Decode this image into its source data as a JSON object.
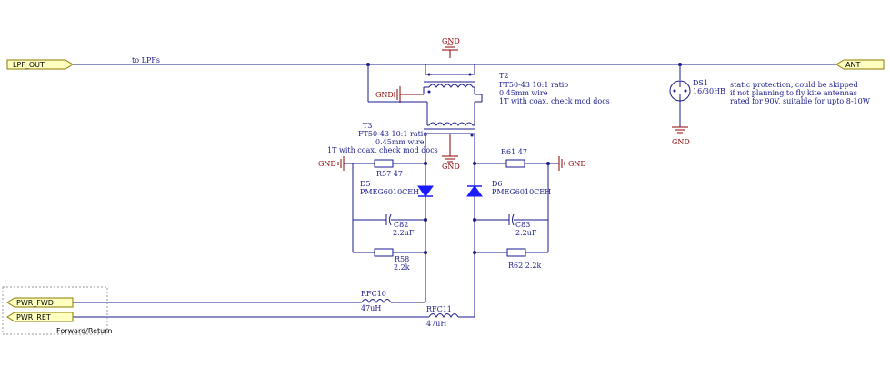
{
  "ports": {
    "lpf_out": "LPF_OUT",
    "ant": "ANT",
    "pwr_fwd": "PWR_FWD",
    "pwr_ret": "PWR_RET"
  },
  "net_labels": {
    "to_lpfs": "to LPFs"
  },
  "box_label": "Forward/Return",
  "gnd_label": "GND",
  "T2": {
    "ref": "T2",
    "line1": "FT50-43 10:1 ratio",
    "line2": "0.45mm wire",
    "line3": "1T with coax, check mod docs"
  },
  "T3": {
    "ref": "T3",
    "line1": "FT50-43 10:1 ratio",
    "line2": "0.45mm wire",
    "line3": "1T with coax, check mod docs"
  },
  "DS1": {
    "ref": "DS1",
    "value": "16/30HB",
    "note1": "static protection, could be skipped",
    "note2": "if not planning to fly kite antennas",
    "note3": "rated for 90V, suitable for upto 8-10W"
  },
  "R57": "R57  47",
  "R61": "R61  47",
  "D5": {
    "ref": "D5",
    "value": "PMEG6010CEH"
  },
  "D6": {
    "ref": "D6",
    "value": "PMEG6010CEH"
  },
  "C82": {
    "ref": "C82",
    "value": "2.2uF"
  },
  "C83": {
    "ref": "C83",
    "value": "2.2uF"
  },
  "R58": {
    "ref": "R58",
    "value": "2.2k"
  },
  "R62": "R62  2.2k",
  "RFC10": {
    "ref": "RFC10",
    "value": "47uH"
  },
  "RFC11": {
    "ref": "RFC11",
    "value": "47uH"
  },
  "colors": {
    "wire": "#1a1a8c",
    "ground": "#8b0000",
    "port_fill": "#ffffc0",
    "diode": "#1a1aff"
  }
}
